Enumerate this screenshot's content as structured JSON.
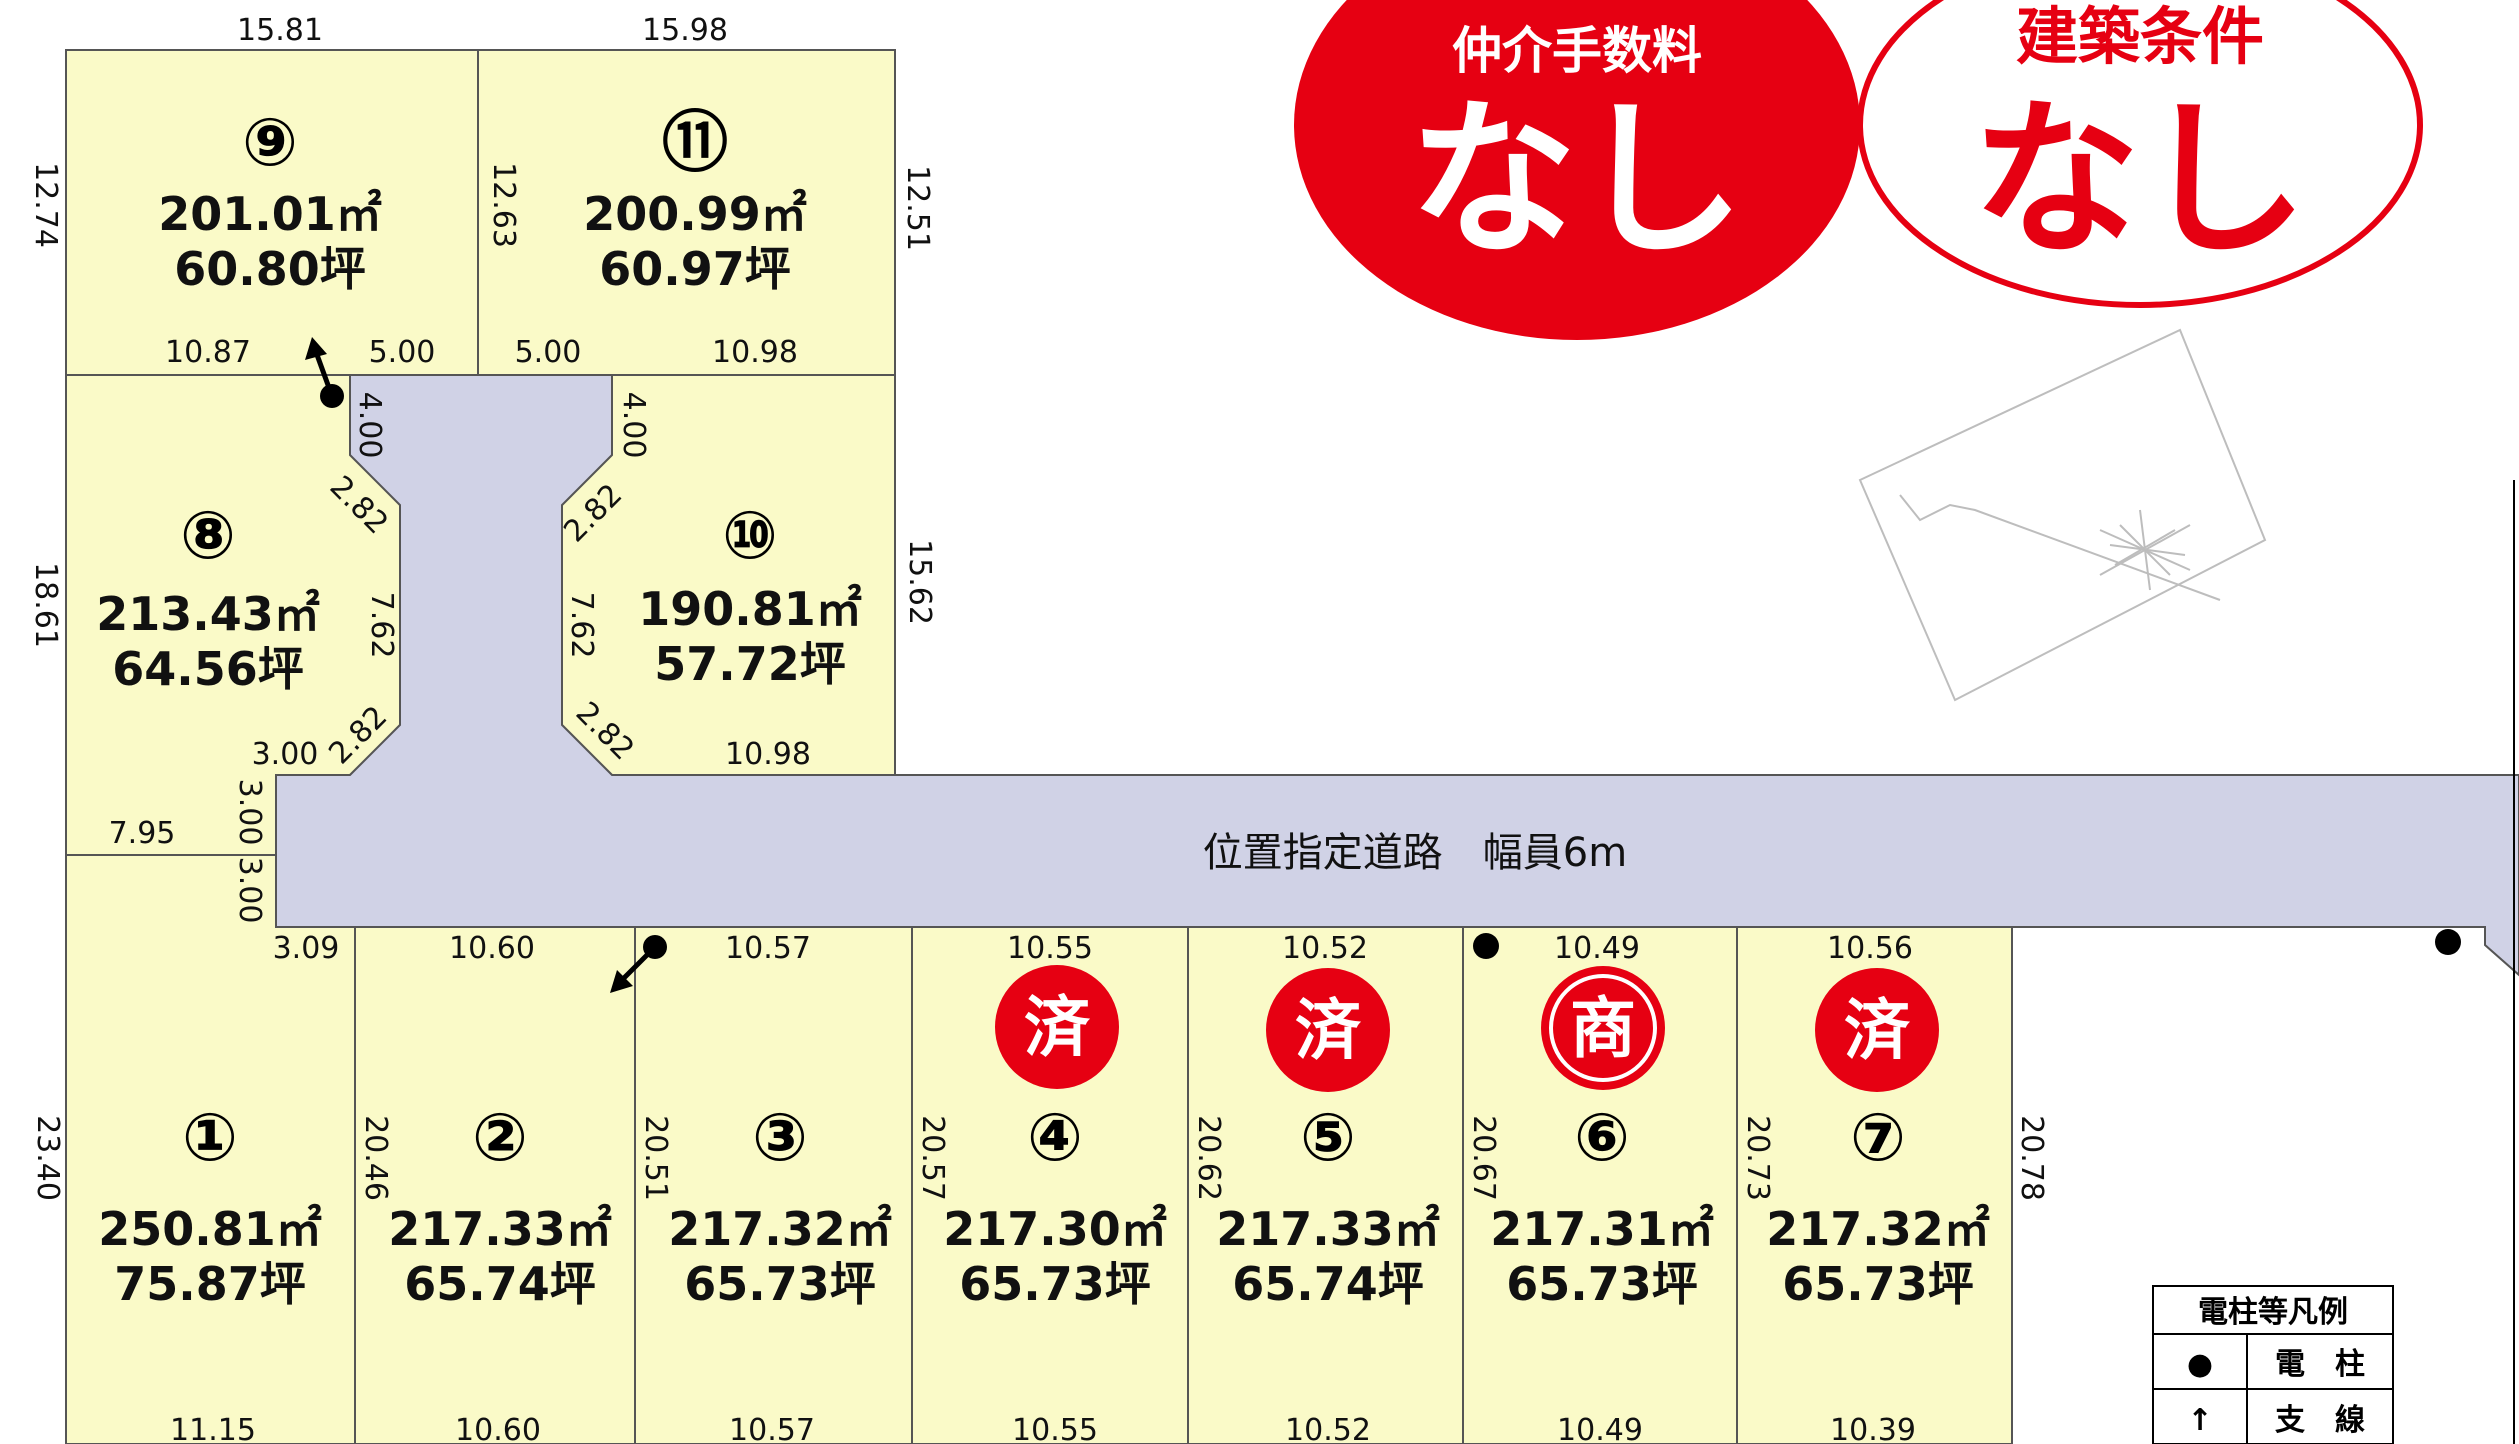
{
  "road_label": "位置指定道路　幅員6m",
  "badges": {
    "left": {
      "top": "仲介手数料",
      "main": "なし",
      "color": "#e60012"
    },
    "right": {
      "top": "建築条件",
      "main": "なし",
      "color": "#e60012"
    }
  },
  "lots": [
    {
      "no": "①",
      "area_m2": "250.81㎡",
      "area_tsubo": "75.87坪"
    },
    {
      "no": "②",
      "area_m2": "217.33㎡",
      "area_tsubo": "65.74坪"
    },
    {
      "no": "③",
      "area_m2": "217.32㎡",
      "area_tsubo": "65.73坪"
    },
    {
      "no": "④",
      "area_m2": "217.30㎡",
      "area_tsubo": "65.73坪",
      "status": "済"
    },
    {
      "no": "⑤",
      "area_m2": "217.33㎡",
      "area_tsubo": "65.74坪",
      "status": "済"
    },
    {
      "no": "⑥",
      "area_m2": "217.31㎡",
      "area_tsubo": "65.73坪",
      "status": "商"
    },
    {
      "no": "⑦",
      "area_m2": "217.32㎡",
      "area_tsubo": "65.73坪",
      "status": "済"
    },
    {
      "no": "⑧",
      "area_m2": "213.43㎡",
      "area_tsubo": "64.56坪"
    },
    {
      "no": "⑨",
      "area_m2": "201.01㎡",
      "area_tsubo": "60.80坪"
    },
    {
      "no": "⑩",
      "area_m2": "190.81㎡",
      "area_tsubo": "57.72坪"
    },
    {
      "no": "⑪",
      "area_m2": "200.99㎡",
      "area_tsubo": "60.97坪"
    }
  ],
  "dims": {
    "top_9": "15.81",
    "top_11": "15.98",
    "left_9": "12.74",
    "left_11": "12.63",
    "right_11": "12.51",
    "bot_9_a": "10.87",
    "bot_9_b": "5.00",
    "bot_11_a": "5.00",
    "bot_11_b": "10.98",
    "road_w_left": "4.00",
    "road_w_right": "4.00",
    "chamf_tl": "2.82",
    "chamf_tr": "2.82",
    "chamf_bl": "2.82",
    "chamf_br": "2.82",
    "stem_left": "7.62",
    "stem_right": "7.62",
    "left_8": "18.61",
    "right_10": "15.62",
    "bot_10": "10.98",
    "lot8_notch": "3.00",
    "lot8_bottom": "7.95",
    "notch_v1": "3.00",
    "notch_v2": "3.00",
    "top_1": "3.09",
    "top_2": "10.60",
    "top_3": "10.57",
    "top_4": "10.55",
    "top_5": "10.52",
    "top_6": "10.49",
    "top_7": "10.56",
    "left_1": "23.40",
    "left_2": "20.46",
    "left_3": "20.51",
    "left_4": "20.57",
    "left_5": "20.62",
    "left_6": "20.67",
    "left_7": "20.73",
    "right_7": "20.78",
    "bot_1": "11.15",
    "bot_2": "10.60",
    "bot_3": "10.57",
    "bot_4": "10.55",
    "bot_5": "10.52",
    "bot_6": "10.49",
    "bot_7": "10.39"
  },
  "legend": {
    "title": "電柱等凡例",
    "rows": [
      {
        "symbol": "●",
        "label": "電　柱"
      },
      {
        "symbol": "↑",
        "label": "支　線"
      }
    ]
  }
}
